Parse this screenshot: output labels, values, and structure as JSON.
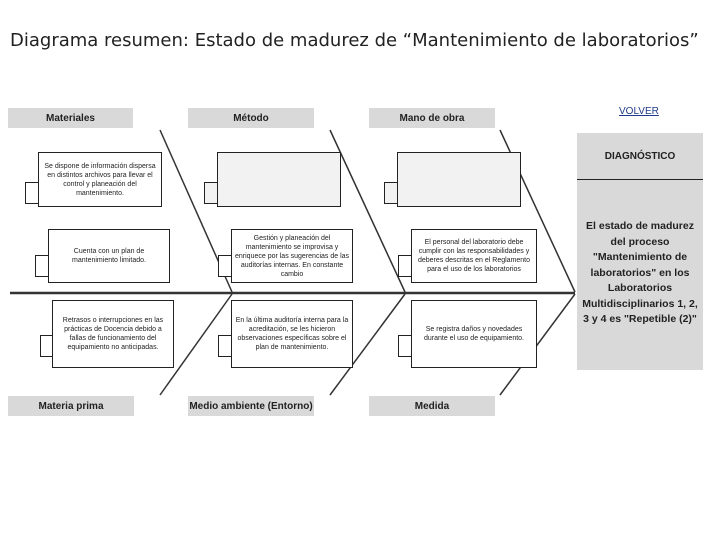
{
  "title": "Diagrama resumen: Estado de madurez de “Mantenimiento de laboratorios”",
  "back_link": "VOLVER",
  "categories": {
    "materiales": "Materiales",
    "metodo": "Método",
    "mano_de_obra": "Mano de obra",
    "materia_prima": "Materia prima",
    "medio_ambiente": "Medio ambiente (Entorno)",
    "medida": "Medida"
  },
  "causes": {
    "materiales_1": "Se dispone de información dispersa en distintos archivos para llevar el control y planeación del mantenimiento.",
    "materiales_2": "Cuenta con un plan de mantenimiento limitado.",
    "materiales_3": "Retrasos o interrupciones en las prácticas de Docencia debido a fallas de funcionamiento del equipamiento no anticipadas.",
    "metodo_2": "Gestión y planeación del mantenimiento se improvisa y enriquece por las sugerencias de las auditorías internas. En constante cambio",
    "metodo_3": "En la última auditoría interna para la acreditación, se les hicieron observaciones específicas sobre el plan de mantenimiento.",
    "mano_2": "El personal del laboratorio debe cumplir con las responsabilidades y deberes descritas en el Reglamento para el uso de los laboratorios",
    "mano_3": "Se registra daños y novedades durante el uso de equipamiento."
  },
  "diagnosis": {
    "heading": "DIAGNÓSTICO",
    "text": "El estado de madurez del proceso \"Mantenimiento de laboratorios\" en los Laboratorios Multidisciplinarios 1, 2, 3 y 4 es \"Repetible (2)\""
  }
}
